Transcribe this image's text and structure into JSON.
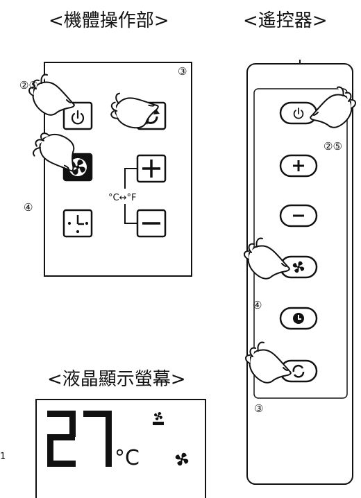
{
  "titles": {
    "unit_panel": "<機體操作部>",
    "remote": "<遙控器>",
    "lcd": "<液晶顯示螢幕>"
  },
  "callouts": {
    "unit_power": "②⑤",
    "unit_mode": "③",
    "unit_fan": "④",
    "remote_power": "②⑤",
    "remote_fan": "④",
    "remote_mode": "③"
  },
  "unit_panel": {
    "temp_switch": "°C↔°F"
  },
  "lcd": {
    "temperature": "27",
    "unit": "°C"
  }
}
